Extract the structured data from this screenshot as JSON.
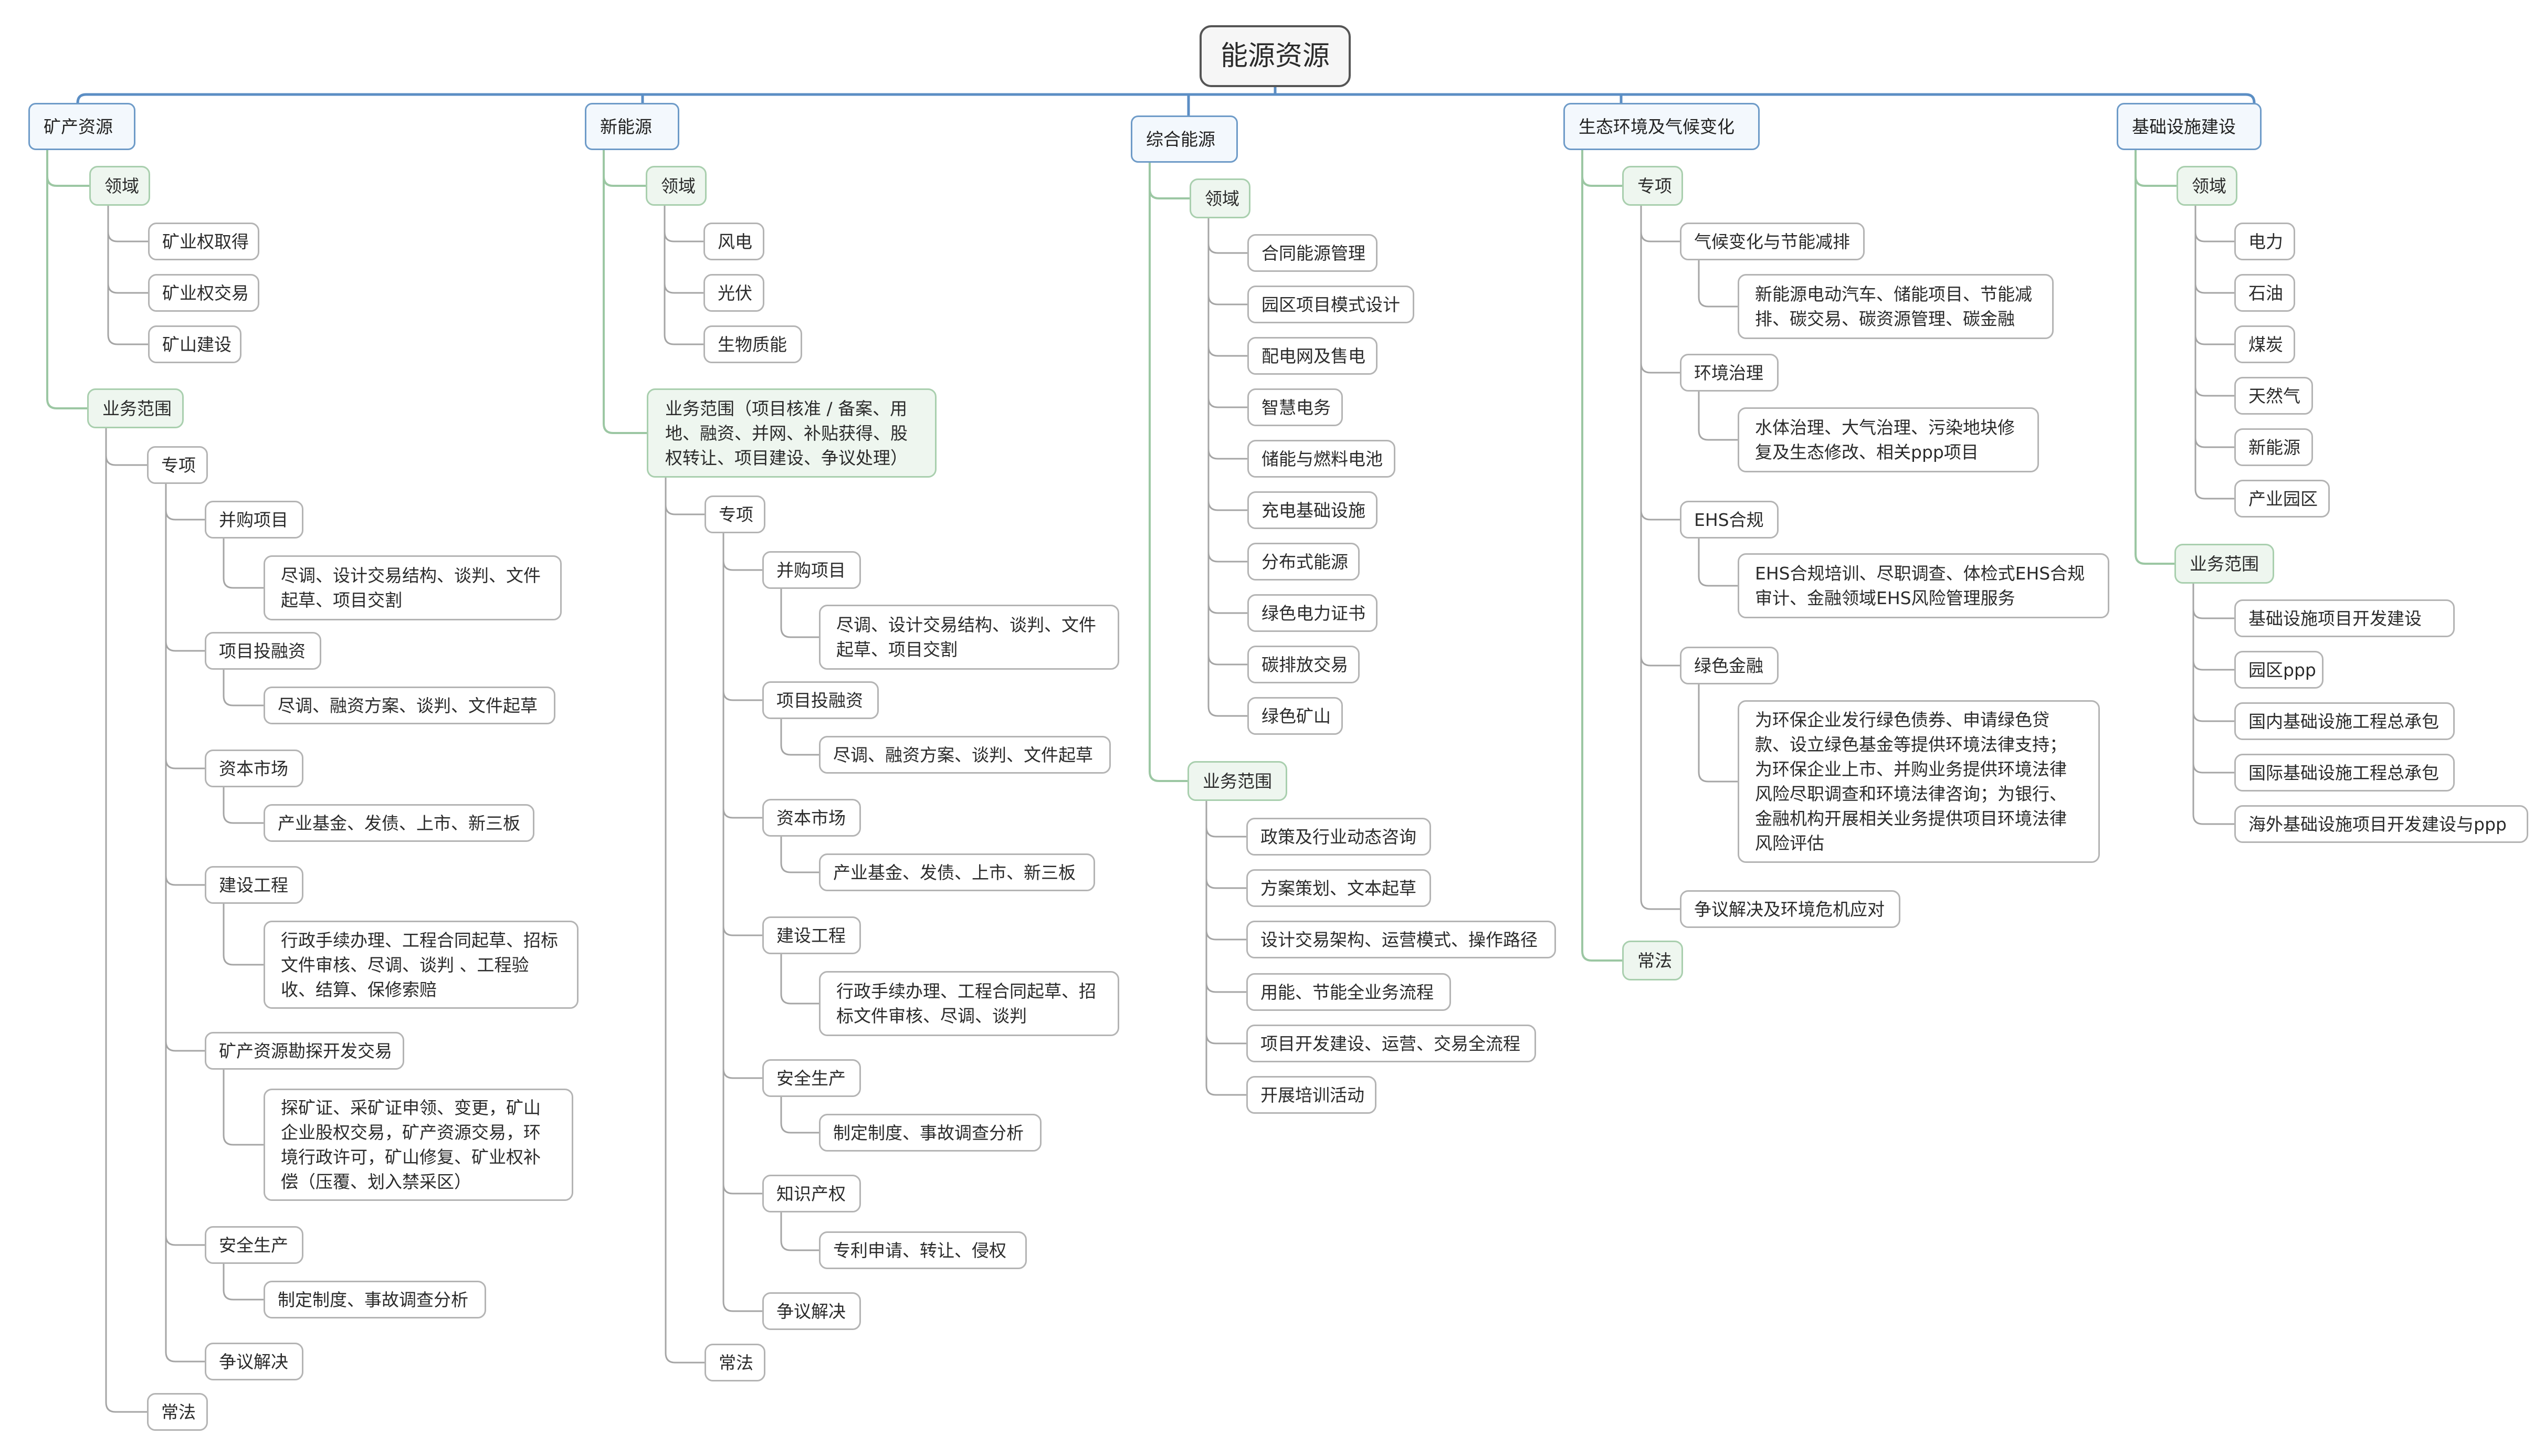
{
  "root": "能源资源",
  "branches": {
    "b1": {
      "label": "矿产资源",
      "domain": {
        "label": "领域",
        "items": [
          "矿业权取得",
          "矿业权交易",
          "矿山建设"
        ]
      },
      "scope": {
        "label": "业务范围",
        "special": {
          "label": "专项",
          "groups": [
            {
              "label": "并购项目",
              "detail": "尽调、设计交易结构、谈判、文件起草、项目交割"
            },
            {
              "label": "项目投融资",
              "detail": "尽调、融资方案、谈判、文件起草"
            },
            {
              "label": "资本市场",
              "detail": "产业基金、发债、上市、新三板"
            },
            {
              "label": "建设工程",
              "detail": "行政手续办理、工程合同起草、招标文件审核、尽调、谈判 、工程验收、结算、保修索赔"
            },
            {
              "label": "矿产资源勘探开发交易",
              "detail": "探矿证、采矿证申领、变更，矿山企业股权交易，矿产资源交易，环境行政许可，矿山修复、矿业权补偿（压覆、划入禁采区）"
            },
            {
              "label": "安全生产",
              "detail": "制定制度、事故调查分析"
            },
            {
              "label": "争议解决"
            }
          ]
        },
        "common": "常法"
      }
    },
    "b2": {
      "label": "新能源",
      "domain": {
        "label": "领域",
        "items": [
          "风电",
          "光伏",
          "生物质能"
        ]
      },
      "scope": {
        "label": "业务范围（项目核准 / 备案、用地、融资、并网、补贴获得、股权转让、项目建设、争议处理）",
        "special": {
          "label": "专项",
          "groups": [
            {
              "label": "并购项目",
              "detail": "尽调、设计交易结构、谈判、文件起草、项目交割"
            },
            {
              "label": "项目投融资",
              "detail": "尽调、融资方案、谈判、文件起草"
            },
            {
              "label": "资本市场",
              "detail": "产业基金、发债、上市、新三板"
            },
            {
              "label": "建设工程",
              "detail": "行政手续办理、工程合同起草、招标文件审核、尽调、谈判"
            },
            {
              "label": "安全生产",
              "detail": "制定制度、事故调查分析"
            },
            {
              "label": "知识产权",
              "detail": "专利申请、转让、侵权"
            },
            {
              "label": "争议解决"
            }
          ]
        },
        "common": "常法"
      }
    },
    "b3": {
      "label": "综合能源",
      "domain": {
        "label": "领域",
        "items": [
          "合同能源管理",
          "园区项目模式设计",
          "配电网及售电",
          "智慧电务",
          "储能与燃料电池",
          "充电基础设施",
          "分布式能源",
          "绿色电力证书",
          "碳排放交易",
          "绿色矿山"
        ]
      },
      "scope": {
        "label": "业务范围",
        "items": [
          "政策及行业动态咨询",
          "方案策划、文本起草",
          "设计交易架构、运营模式、操作路径",
          "用能、节能全业务流程",
          "项目开发建设、运营、交易全流程",
          "开展培训活动"
        ]
      }
    },
    "b4": {
      "label": "生态环境及气候变化",
      "special": {
        "label": "专项",
        "groups": [
          {
            "label": "气候变化与节能减排",
            "detail": "新能源电动汽车、储能项目、节能减排、碳交易、碳资源管理、碳金融"
          },
          {
            "label": "环境治理",
            "detail": "水体治理、大气治理、污染地块修复及生态修改、相关ppp项目"
          },
          {
            "label": "EHS合规",
            "detail": "EHS合规培训、尽职调查、体检式EHS合规审计、金融领域EHS风险管理服务"
          },
          {
            "label": "绿色金融",
            "detail": "为环保企业发行绿色债券、申请绿色贷款、设立绿色基金等提供环境法律支持；为环保企业上市、并购业务提供环境法律风险尽职调查和环境法律咨询；为银行、金融机构开展相关业务提供项目环境法律风险评估"
          },
          {
            "label": "争议解决及环境危机应对"
          }
        ]
      },
      "common": "常法"
    },
    "b5": {
      "label": "基础设施建设",
      "domain": {
        "label": "领域",
        "items": [
          "电力",
          "石油",
          "煤炭",
          "天然气",
          "新能源",
          "产业园区"
        ]
      },
      "scope": {
        "label": "业务范围",
        "items": [
          "基础设施项目开发建设",
          "园区ppp",
          "国内基础设施工程总承包",
          "国际基础设施工程总承包",
          "海外基础设施项目开发建设与ppp"
        ]
      }
    }
  },
  "colors": {
    "trunk": "#5b8ec4",
    "connector": "#a5a5a5",
    "branch_border": "#6e9bc8",
    "sub_border": "#a9cfae",
    "leaf_border": "#b4b4b4"
  }
}
